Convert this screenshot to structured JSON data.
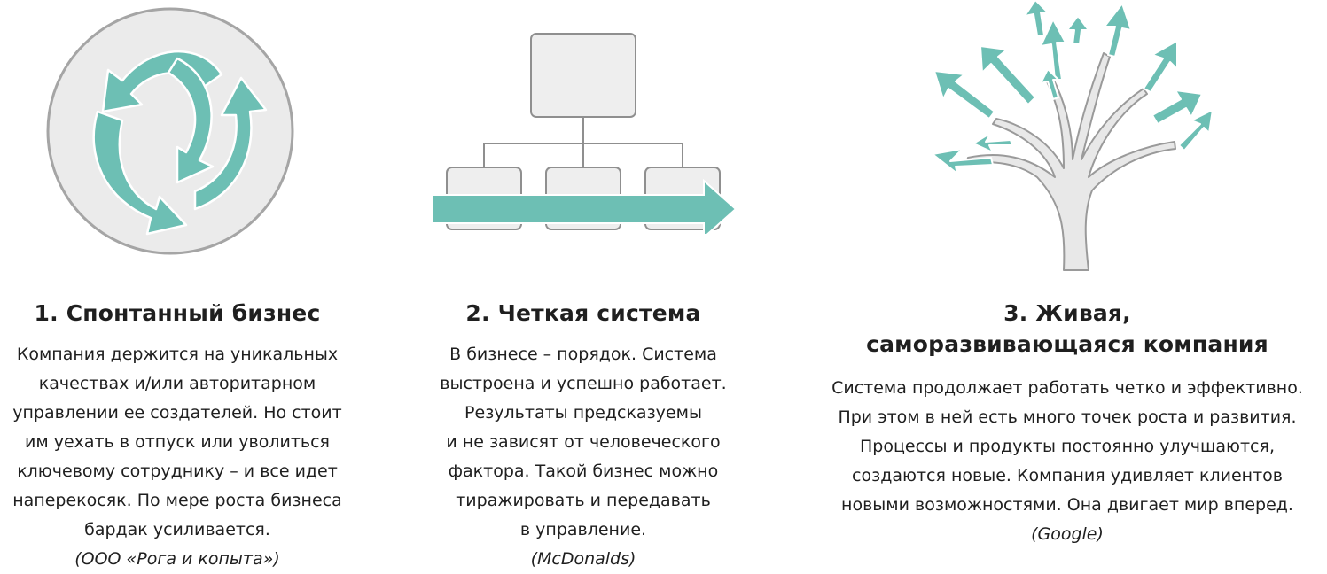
{
  "colors": {
    "accent": "#6dbfb4",
    "box_fill": "#eeeeee",
    "box_stroke": "#8f8f8f",
    "circle_fill": "#ebebeb"
  },
  "sections": [
    {
      "illustration": "circular-arrows-icon",
      "title": "1. Спонтанный бизнес",
      "lines": [
        "Компания держится на уникальных",
        "качествах и/или авторитарном",
        "управлении ее создателей. Но стоит",
        "им уехать в отпуск или уволиться",
        "ключевому сотруднику – и все идет",
        "наперекосяк. По мере роста бизнеса",
        "бардак усиливается."
      ],
      "source": "(ООО «Рога и копыта»)"
    },
    {
      "illustration": "org-chart-arrow-icon",
      "title": "2. Четкая система",
      "lines": [
        "В бизнесе – порядок. Система",
        "выстроена и успешно работает.",
        "Результаты предсказуемы",
        "и не зависят от человеческого",
        "фактора. Такой бизнес можно",
        "тиражировать и передавать",
        "в управление."
      ],
      "source": "(McDonalds)"
    },
    {
      "illustration": "tree-arrows-icon",
      "title_line1": "3. Живая,",
      "title_line2": "саморазвивающаяся компания",
      "lines": [
        "Система продолжает работать четко и эффективно.",
        "При этом в ней есть много точек роста и развития.",
        "Процессы и продукты постоянно улучшаются,",
        "создаются новые. Компания удивляет клиентов",
        "новыми возможностями. Она двигает мир вперед."
      ],
      "source": "(Google)"
    }
  ]
}
